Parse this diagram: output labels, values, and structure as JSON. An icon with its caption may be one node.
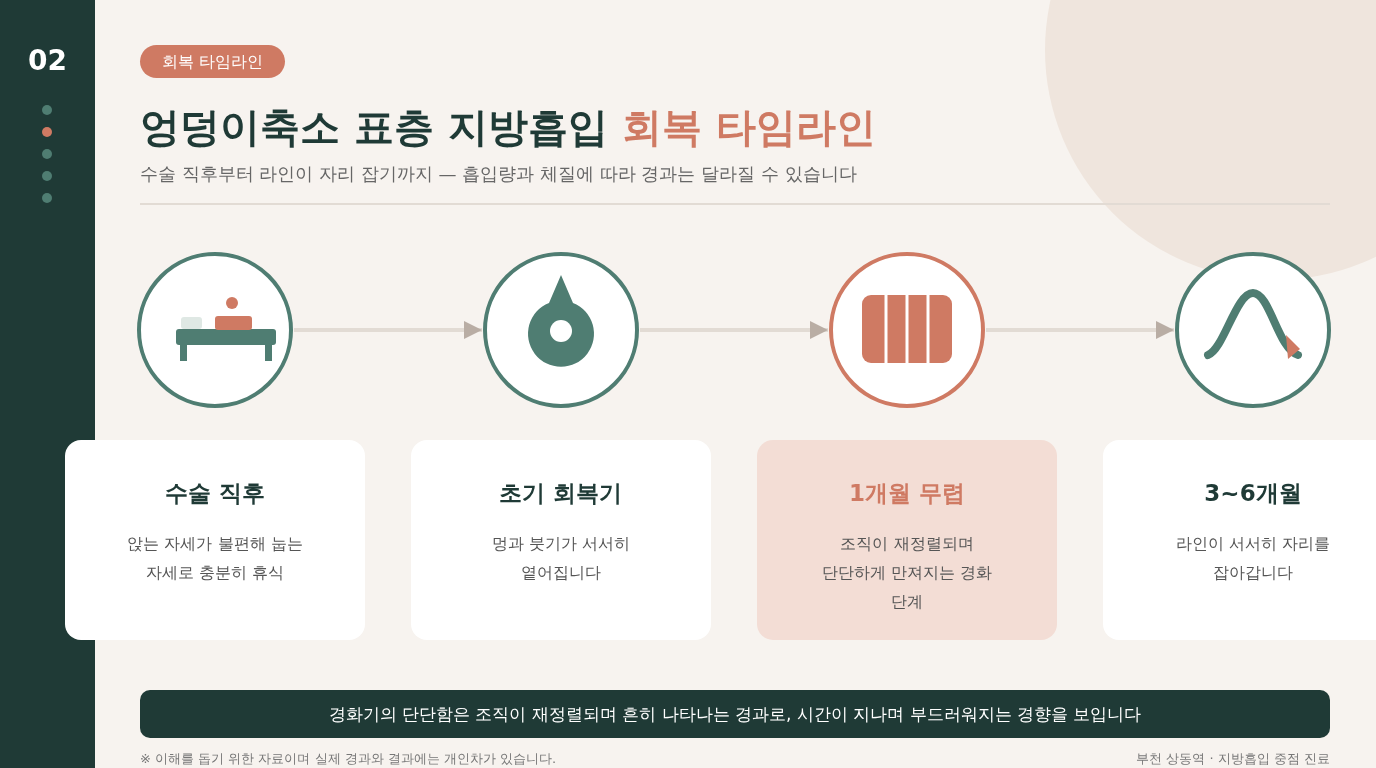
{
  "diagram": {
    "title": "엉덩이축소 표층 지방흡입 회복 타임라인",
    "nodes": [
      {
        "text": [],
        "shape": "circle"
      },
      {
        "text": [],
        "shape": "circle"
      },
      {
        "text": [],
        "shape": "circle"
      },
      {
        "text": [],
        "shape": "circle"
      },
      {
        "text": [
          "수술 직후",
          "앉는 자세가 불편해 눕는 자세로 충분히 휴식"
        ]
      },
      {
        "text": [
          "초기 회복기",
          "멍과 붓기가 서서히 옅어집니다"
        ]
      },
      {
        "text": [
          "1개월 무렵",
          "조직이 재정렬되며 단단하게 만져지는 경화 단계"
        ]
      },
      {
        "text": [
          "3~6개월",
          "라인이 서서히 자리를 잡아갑니다"
        ]
      }
    ],
    "edges": [
      {
        "from": 0,
        "to": 1,
        "arrow": "to"
      },
      {
        "from": 1,
        "to": 2,
        "arrow": "to"
      },
      {
        "from": 2,
        "to": 3,
        "arrow": "to"
      }
    ],
    "labels": [
      "02",
      "회복 타임라인",
      "수술 직후부터 라인이 자리 잡기까지 — 흡입량과 체질에 따라 경과는 달라질 수 있습니다",
      "경화기의 단단함은 조직이 재정렬되며 흔히 나타나는 경과로, 시간이 지나며 부드러워지는 경향을 보입니다",
      "※ 이해를 돕기 위한 자료이며 실제 경과와 결과에는 개인차가 있습니다.",
      "부천 상동역 · 지방흡입 중점 진료"
    ]
  }
}
